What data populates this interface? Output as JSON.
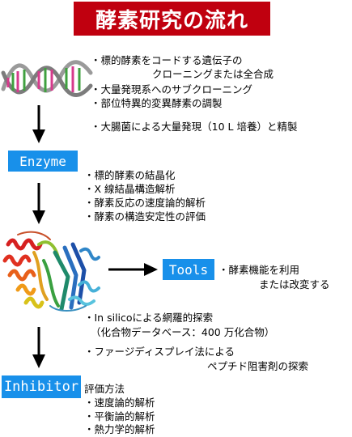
{
  "title": "酵素研究の流れ",
  "stage1": {
    "items": [
      "・標的酵素をコードする遺伝子の",
      "クローニングまたは全合成",
      "・大量発現系へのサブクローニング",
      "・部位特異的変異酵素の調製",
      "・大腸菌による大量発現（10 L 培養）と精製"
    ]
  },
  "enzyme": {
    "label": "Enzyme",
    "items": [
      "・標的酵素の結晶化",
      "・X 線結晶構造解析",
      "・酵素反応の速度論的解析",
      "・酵素の構造安定性の評価"
    ]
  },
  "tools": {
    "label": "Tools",
    "lines": [
      "・酵素機能を利用",
      "または改変する"
    ]
  },
  "stage3": {
    "items": [
      "・In silicoによる網羅的探索",
      "（化合物データベース：400 万化合物）",
      "・ファージディスプレイ法による",
      "ペプチド阻害剤の探索"
    ]
  },
  "inhibitor": {
    "label": "Inhibitor",
    "heading": "評価方法",
    "items": [
      "・速度論的解析",
      "・平衡論的解析",
      "・熱力学的解析"
    ]
  },
  "colors": {
    "banner": "#c0000f",
    "label_bg": "#1890ea"
  }
}
